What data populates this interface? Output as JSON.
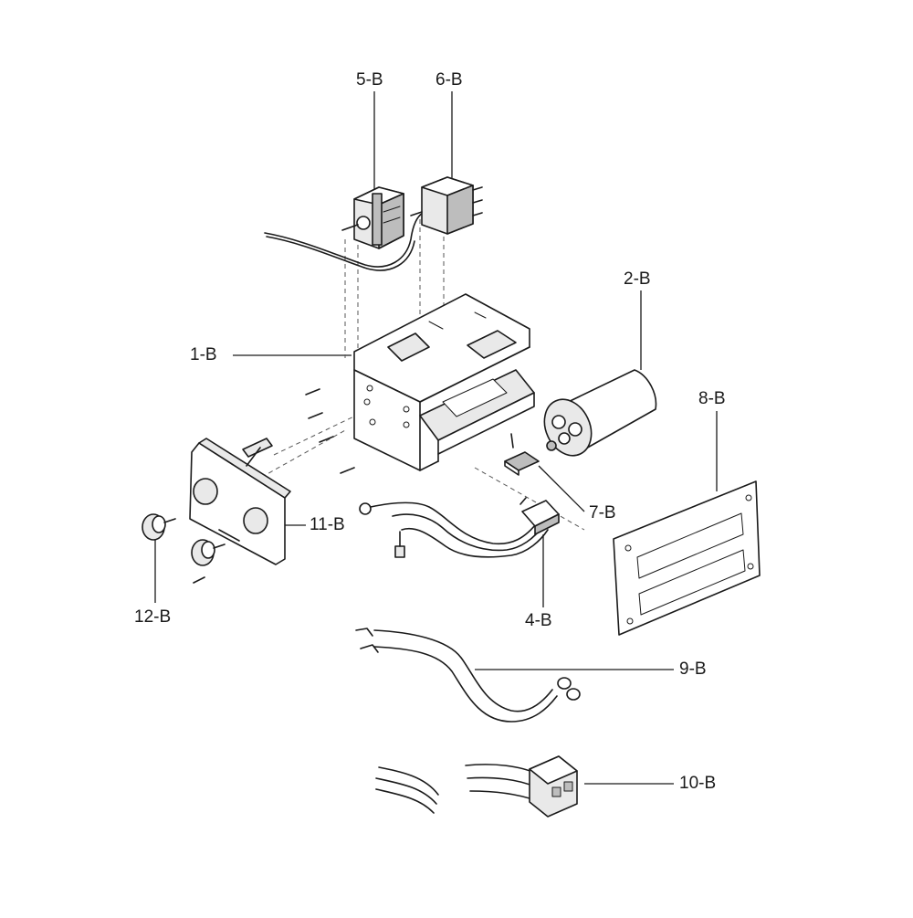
{
  "callouts": {
    "p1": "1-B",
    "p2": "2-B",
    "p4": "4-B",
    "p5": "5-B",
    "p6": "6-B",
    "p7": "7-B",
    "p8": "8-B",
    "p9": "9-B",
    "p10": "10-B",
    "p11": "11-B",
    "p12": "12-B"
  }
}
